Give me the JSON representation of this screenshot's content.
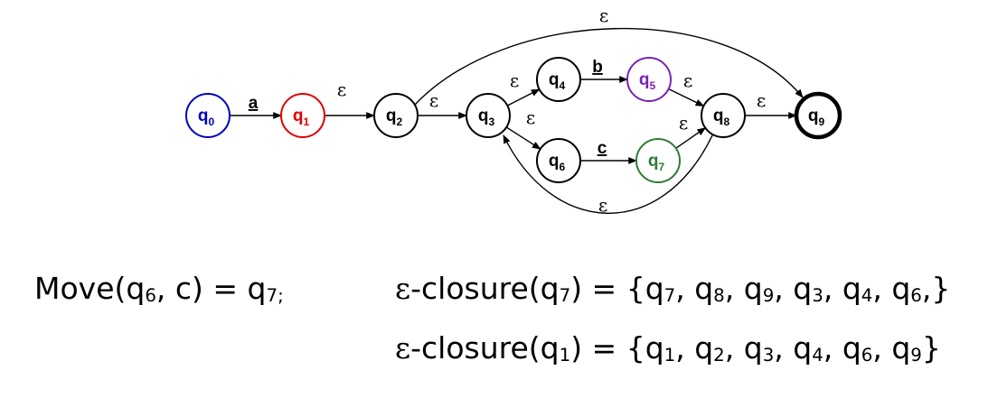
{
  "diagram": {
    "states": [
      {
        "id": "q0",
        "base": "q",
        "sub": "0",
        "color": "#0000bb",
        "accept": false
      },
      {
        "id": "q1",
        "base": "q",
        "sub": "1",
        "color": "#e00000",
        "accept": false
      },
      {
        "id": "q2",
        "base": "q",
        "sub": "2",
        "color": "#000000",
        "accept": false
      },
      {
        "id": "q3",
        "base": "q",
        "sub": "3",
        "color": "#000000",
        "accept": false
      },
      {
        "id": "q4",
        "base": "q",
        "sub": "4",
        "color": "#000000",
        "accept": false
      },
      {
        "id": "q5",
        "base": "q",
        "sub": "5",
        "color": "#7a22b8",
        "accept": false
      },
      {
        "id": "q6",
        "base": "q",
        "sub": "6",
        "color": "#000000",
        "accept": false
      },
      {
        "id": "q7",
        "base": "q",
        "sub": "7",
        "color": "#2e7d32",
        "accept": false
      },
      {
        "id": "q8",
        "base": "q",
        "sub": "8",
        "color": "#000000",
        "accept": false
      },
      {
        "id": "q9",
        "base": "q",
        "sub": "9",
        "color": "#000000",
        "accept": true
      }
    ],
    "transitions": [
      {
        "id": "t-q0-q1",
        "label": "a"
      },
      {
        "id": "t-q1-q2",
        "label": "ε"
      },
      {
        "id": "t-q2-q3",
        "label": "ε"
      },
      {
        "id": "t-q3-q4",
        "label": "ε"
      },
      {
        "id": "t-q3-q6",
        "label": "ε"
      },
      {
        "id": "t-q4-q5",
        "label": "b"
      },
      {
        "id": "t-q6-q7",
        "label": "c"
      },
      {
        "id": "t-q5-q8",
        "label": "ε"
      },
      {
        "id": "t-q7-q8",
        "label": "ε"
      },
      {
        "id": "t-q8-q9",
        "label": "ε"
      },
      {
        "id": "t-q2-q9",
        "label": "ε"
      },
      {
        "id": "t-q8-q3",
        "label": "ε"
      }
    ]
  },
  "formulas": {
    "move": {
      "prefix": "Move(q",
      "s1": "6",
      "mid": ", c) = q",
      "s2": "7",
      "suffix": ";"
    },
    "closure1": {
      "eps": "ε",
      "prefix": "-closure(q",
      "arg": "7",
      "open": ") = {",
      "items": [
        {
          "b": "q",
          "s": "7",
          "sep": ", "
        },
        {
          "b": "q",
          "s": "8",
          "sep": ", "
        },
        {
          "b": "q",
          "s": "9",
          "sep": ", "
        },
        {
          "b": "q",
          "s": "3",
          "sep": ", "
        },
        {
          "b": "q",
          "s": "4",
          "sep": ", "
        },
        {
          "b": "q",
          "s": "6",
          "sep": ",}"
        }
      ]
    },
    "closure2": {
      "eps": "ε",
      "prefix": "-closure(q",
      "arg": "1",
      "open": ") = {",
      "items": [
        {
          "b": "q",
          "s": "1",
          "sep": ", "
        },
        {
          "b": "q",
          "s": "2",
          "sep": ", "
        },
        {
          "b": "q",
          "s": "3",
          "sep": ", "
        },
        {
          "b": "q",
          "s": "4",
          "sep": ", "
        },
        {
          "b": "q",
          "s": "6",
          "sep": ", "
        },
        {
          "b": "q",
          "s": "9",
          "sep": "}"
        }
      ]
    }
  }
}
